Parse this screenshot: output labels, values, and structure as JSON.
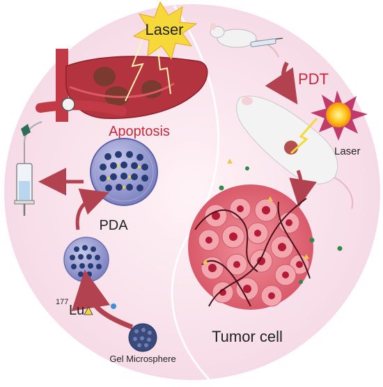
{
  "labels": {
    "laser_top": "Laser",
    "laser_right": "Laser",
    "pdt": "PDT",
    "apoptosis": "Apoptosis",
    "pda": "PDA",
    "lu_sup": "177",
    "lu": "Lu",
    "gel_microsphere": "Gel Microsphere",
    "tumor_cell": "Tumor cell"
  },
  "colors": {
    "background_circle": "#fbe6ee",
    "divider": "#e8c6d4",
    "red_label": "#c8283a",
    "arrow": "#b2424f",
    "liver": "#b3343f",
    "laser_burst": "#f7d83a",
    "tumor": "#e66f7a",
    "microsphere": "#263a73"
  }
}
